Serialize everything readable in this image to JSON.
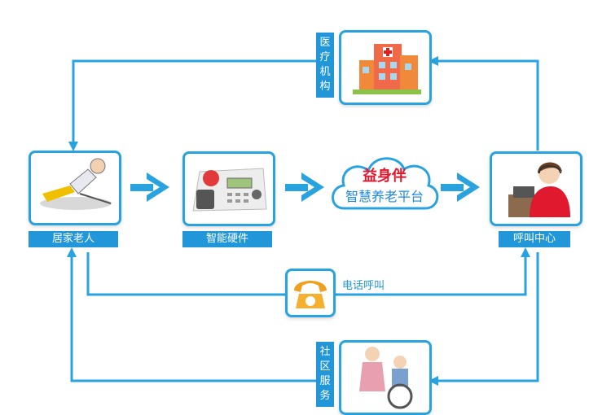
{
  "nodes": {
    "home_elderly": "居家老人",
    "smart_hardware": "智能硬件",
    "call_center": "呼叫中心",
    "medical": [
      "医",
      "疗",
      "机",
      "构"
    ],
    "community": [
      "社",
      "区",
      "服",
      "务"
    ]
  },
  "platform": {
    "brand": "益身伴",
    "name": "智慧养老平台"
  },
  "phone_call": "电话呼叫",
  "colors": {
    "line": "#29a3e0",
    "label_bg": "#2196d9",
    "brand": "#e0182d"
  }
}
